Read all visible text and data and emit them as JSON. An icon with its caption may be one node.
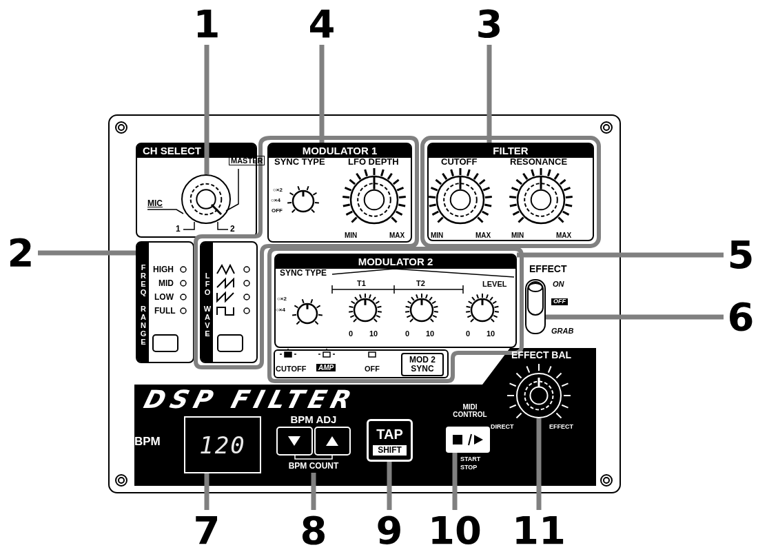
{
  "diagram": {
    "nodes": [
      {
        "text": [
          "1"
        ]
      },
      {
        "text": [
          "2"
        ]
      },
      {
        "text": [
          "3"
        ]
      },
      {
        "text": [
          "4"
        ]
      },
      {
        "text": [
          "5"
        ]
      },
      {
        "text": [
          "6"
        ]
      },
      {
        "text": [
          "7"
        ]
      },
      {
        "text": [
          "8"
        ]
      },
      {
        "text": [
          "9"
        ]
      },
      {
        "text": [
          "10"
        ]
      },
      {
        "text": [
          "11"
        ]
      },
      {
        "text": [
          "CH SELECT"
        ]
      },
      {
        "text": [],
        "shape": "circle",
        "in": 11
      },
      {
        "text": [
          "FREQ RANGE"
        ]
      },
      {
        "text": [
          "LFO WAVE"
        ]
      },
      {
        "text": [
          "MODULATOR 1"
        ]
      },
      {
        "text": [
          "FILTER"
        ]
      },
      {
        "text": [
          "MODULATOR 2"
        ]
      },
      {
        "text": [],
        "shape": "box"
      },
      {
        "text": [
          "120"
        ]
      },
      {
        "text": [
          "BPM ADJ",
          "BPM COUNT"
        ]
      },
      {
        "text": [
          "TAP",
          "SHIFT"
        ]
      },
      {
        "text": [],
        "shape": "box"
      },
      {
        "text": [],
        "shape": "circle"
      }
    ],
    "edges": [
      {
        "from": 0,
        "to": 12,
        "arrow": "none"
      },
      {
        "from": 1,
        "to": 13,
        "arrow": "none"
      },
      {
        "from": 2,
        "to": 16,
        "arrow": "none"
      },
      {
        "from": 3,
        "to": 15,
        "arrow": "none"
      },
      {
        "from": 4,
        "to": 17,
        "arrow": "none"
      },
      {
        "from": 5,
        "to": 18,
        "arrow": "none"
      },
      {
        "from": 6,
        "to": 19,
        "arrow": "none"
      },
      {
        "from": 7,
        "to": 20,
        "arrow": "none"
      },
      {
        "from": 8,
        "to": 21,
        "arrow": "none"
      },
      {
        "from": 9,
        "to": 22,
        "arrow": "none"
      },
      {
        "from": 10,
        "to": 23,
        "arrow": "none"
      }
    ],
    "labels": [
      "MASTER",
      "MIC",
      "1",
      "2",
      "SYNC TYPE",
      "○×2",
      "○×4",
      "OFF",
      "LFO DEPTH",
      "MIN",
      "MAX",
      "CUTOFF",
      "RESONANCE",
      "MIN",
      "MAX",
      "MIN",
      "MAX",
      "HIGH",
      "MID",
      "LOW",
      "FULL",
      "SYNC TYPE",
      "○×2",
      "○×4",
      "T1",
      "T2",
      "LEVEL",
      "0",
      "10",
      "0",
      "10",
      "0",
      "10",
      "CUTOFF",
      "AMP",
      "OFF",
      "MOD 2 SYNC",
      "EFFECT",
      "ON",
      "OFF",
      "GRAB",
      "BPM",
      "MIDI CONTROL",
      "START",
      "STOP",
      "EFFECT BAL",
      "DIRECT",
      "EFFECT",
      "DSP FILTER"
    ]
  }
}
